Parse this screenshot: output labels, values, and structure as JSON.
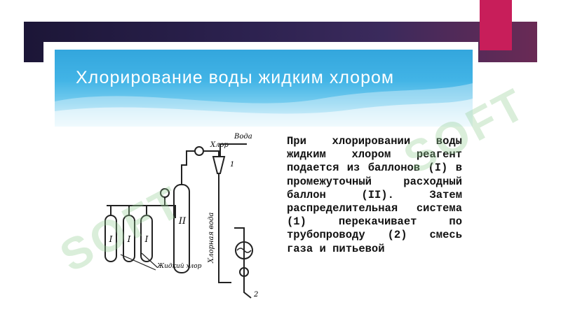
{
  "slide": {
    "title": "Хлорирование воды жидким хлором",
    "body": "При хлорировании воды жидким хлором реагент подается из баллонов (I) в промежуточный расходный баллон (II). Затем распределительная система (1) перекачивает по трубопроводу (2) смесь газа и питьевой"
  },
  "diagram": {
    "labels": {
      "chlorine": "Хлор",
      "water": "Вода",
      "chlorine_water": "Хлорная вода",
      "liquid_chlorine": "Жидкий хлор",
      "cylinder_small": "I",
      "cylinder_large": "II",
      "marker_1": "1",
      "marker_2": "2"
    }
  },
  "watermark": {
    "text": "SOFT"
  },
  "colors": {
    "accent": "#c81e5a",
    "band": "#2d2250",
    "header": "#42b4e6"
  }
}
